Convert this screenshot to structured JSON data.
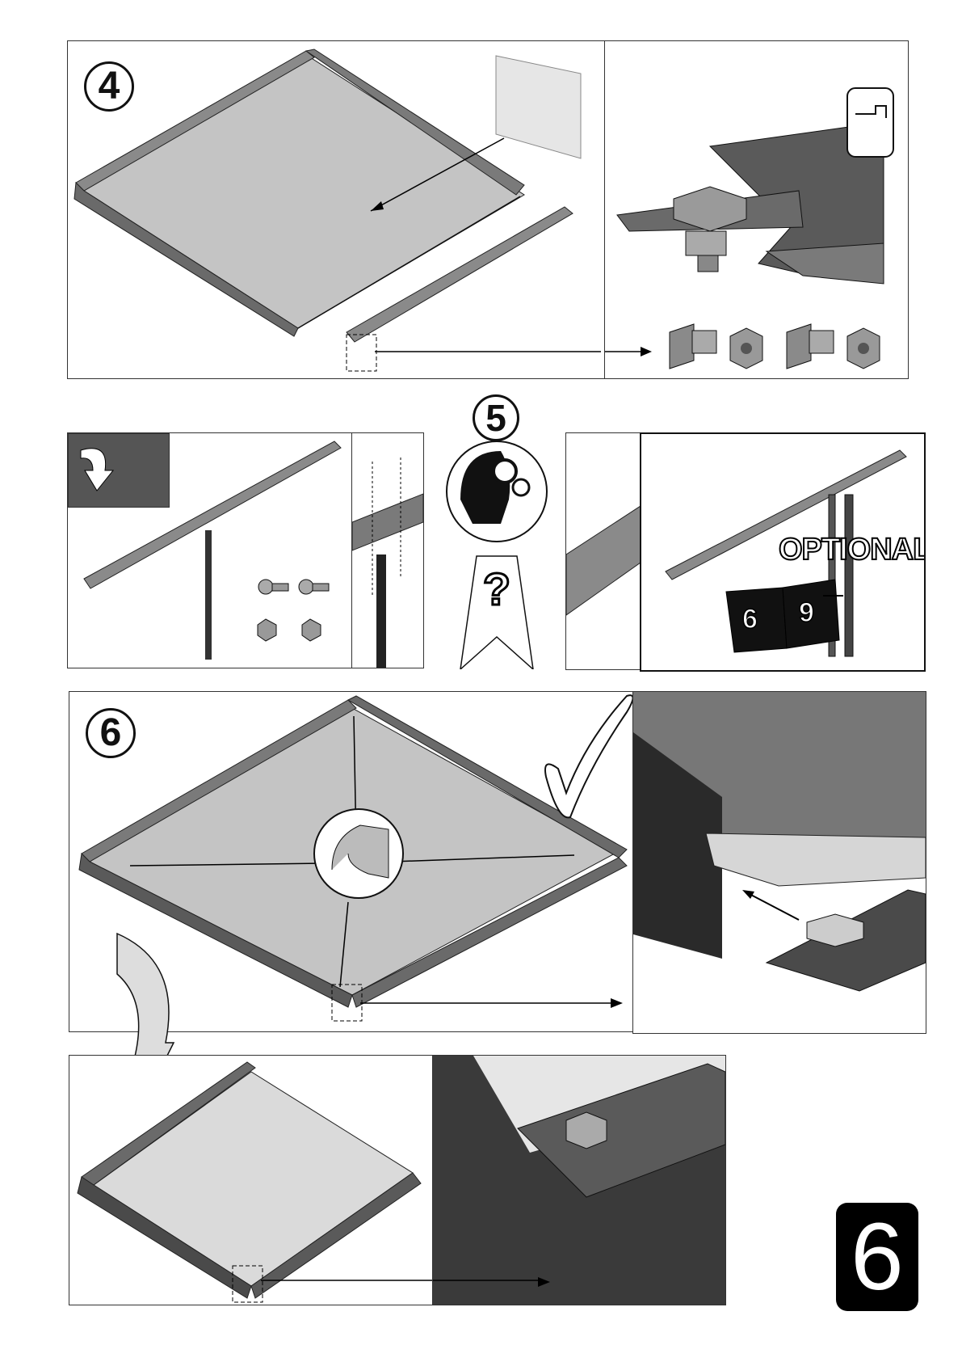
{
  "steps": {
    "step4": {
      "number": "4"
    },
    "step5": {
      "number": "5",
      "help_symbol": "?"
    },
    "step6": {
      "number": "6"
    }
  },
  "optional_label": "OPTIONAL",
  "book_pages": {
    "left": "6",
    "right": "9"
  },
  "page_number": "6",
  "colors": {
    "frame": "#6f6f6f",
    "glass": "#c4c4c4",
    "steel_dark": "#4a4a4a",
    "outline": "#111111"
  },
  "icons": [
    "bolt-icon",
    "nut-icon",
    "gears-head-icon",
    "checkmark-icon",
    "rotate-arrow-icon",
    "manual-book-icon",
    "clip-icon"
  ]
}
